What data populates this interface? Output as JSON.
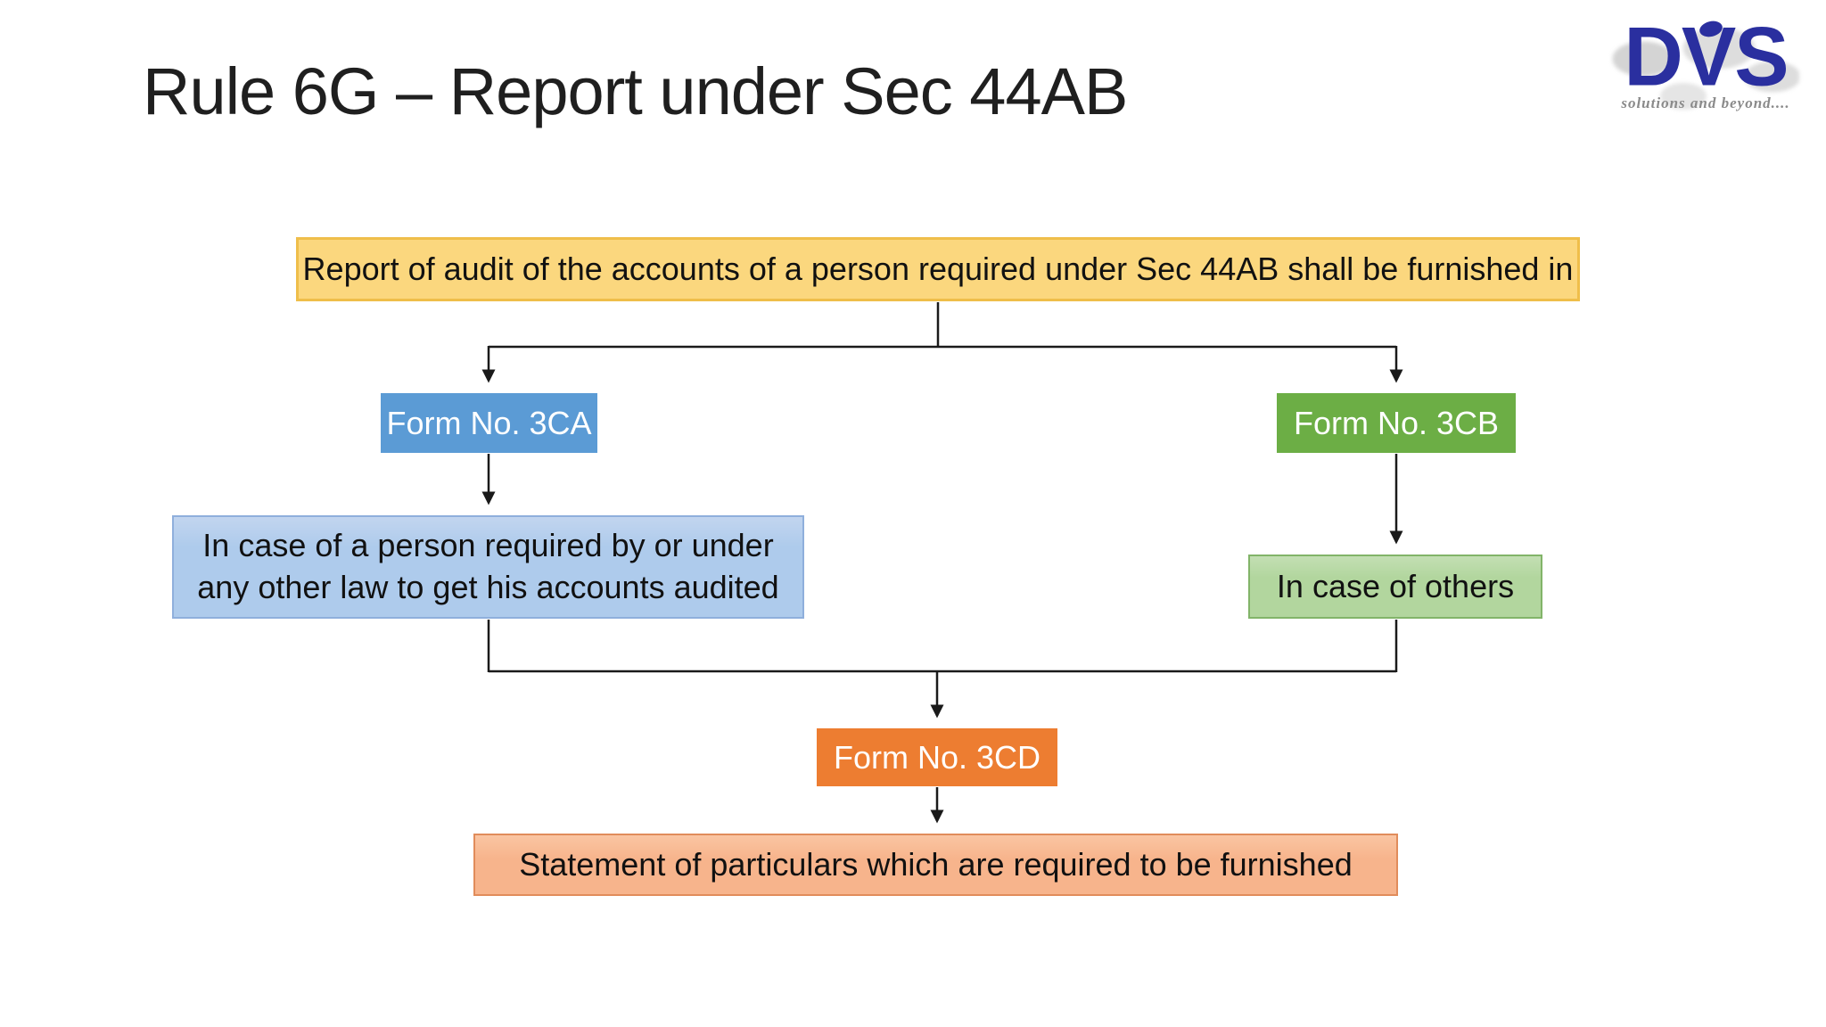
{
  "slide": {
    "title": "Rule 6G – Report under Sec 44AB",
    "logo": {
      "text": "DVS",
      "tagline": "solutions and beyond...."
    },
    "flowchart": {
      "root": "Report of audit of the accounts of a person required under Sec 44AB shall be furnished in",
      "form_3ca": "Form No. 3CA",
      "form_3cb": "Form No. 3CB",
      "case_3ca": "In case of a person required by or under any other law to get his accounts audited",
      "case_3cb": "In case of others",
      "form_3cd": "Form No. 3CD",
      "statement": "Statement of particulars which are required to be furnished"
    }
  },
  "colors": {
    "root_fill": "#FBD77E",
    "root_border": "#EFBE4A",
    "blue_fill": "#5B9BD5",
    "green_fill": "#6CAE45",
    "lightblue_fill": "#AECBEC",
    "lightblue_border": "#8FAFDC",
    "lightgreen_fill": "#B2D69E",
    "lightgreen_border": "#82B469",
    "orange_fill": "#ED7D31",
    "salmon_fill": "#F7B48C",
    "salmon_border": "#E18C5B",
    "logo_blue": "#2A2F9F",
    "line_color": "#1a1a1a"
  }
}
